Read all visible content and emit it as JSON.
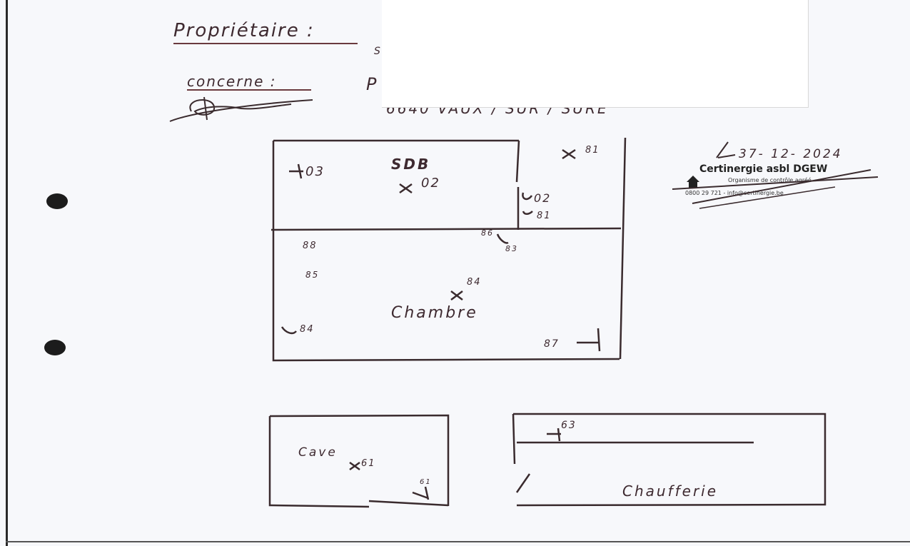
{
  "header": {
    "owner_label": "Propriétaire :",
    "concerne_label": "concerne :",
    "concerne_start": "P",
    "owner_start": "S",
    "address": "6640 VAUX / SUR / SURE"
  },
  "stamp": {
    "date": "37- 12- 2024",
    "company": "Certinergie asbl DGEW",
    "line1": "Organisme de contrôle agréé",
    "line2": "0800 29 721 - info@certinergie.be"
  },
  "rooms": {
    "sdb": "SDB",
    "chambre": "Chambre",
    "cave": "Cave",
    "chaufferie": "Chaufferie"
  },
  "points": {
    "p03": "03",
    "p02": "02",
    "p81": "81",
    "p02b": "02",
    "p81b": "81",
    "p86": "86",
    "p83": "83",
    "p88": "88",
    "p85": "85",
    "p84": "84",
    "p84b": "84",
    "p87": "87",
    "p61": "61",
    "p61b": "61",
    "p63": "63"
  }
}
